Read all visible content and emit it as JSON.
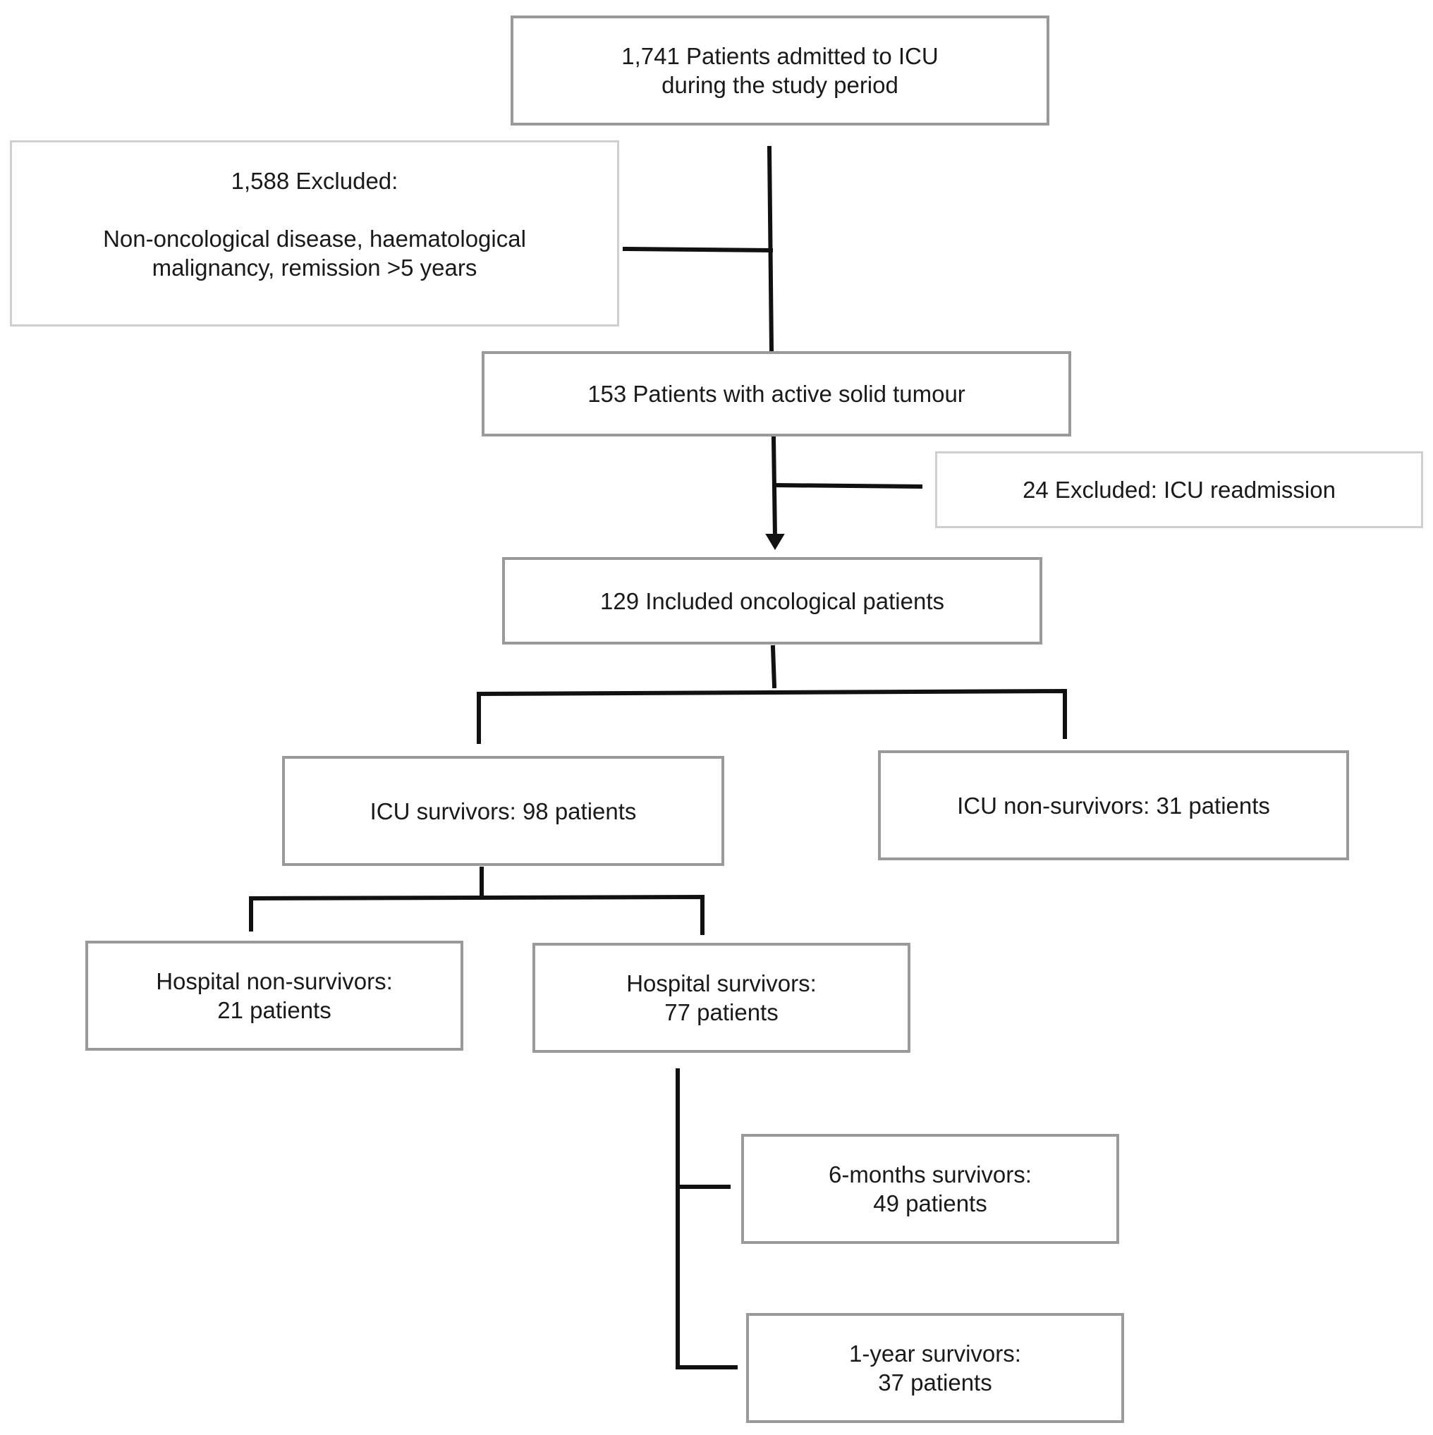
{
  "flowchart": {
    "admitted": {
      "lines": [
        "1,741 Patients admitted to ICU",
        "during the study period"
      ]
    },
    "excluded_first": {
      "heading": "1,588 Excluded:",
      "lines": [
        "Non-oncological disease, haematological",
        "malignancy, remission >5 years"
      ]
    },
    "active_tumour": {
      "lines": [
        "153 Patients with active solid tumour"
      ]
    },
    "excluded_second": {
      "lines": [
        "24 Excluded: ICU readmission"
      ]
    },
    "included": {
      "lines": [
        "129 Included oncological patients"
      ]
    },
    "icu_survivors": {
      "lines": [
        "ICU survivors: 98 patients"
      ]
    },
    "icu_non_survivors": {
      "lines": [
        "ICU non-survivors: 31 patients"
      ]
    },
    "hospital_non_survivors": {
      "lines": [
        "Hospital non-survivors:",
        "21 patients"
      ]
    },
    "hospital_survivors": {
      "lines": [
        "Hospital survivors:",
        "77 patients"
      ]
    },
    "six_month_survivors": {
      "lines": [
        "6-months survivors:",
        "49 patients"
      ]
    },
    "one_year_survivors": {
      "lines": [
        "1-year survivors:",
        "37 patients"
      ]
    }
  }
}
